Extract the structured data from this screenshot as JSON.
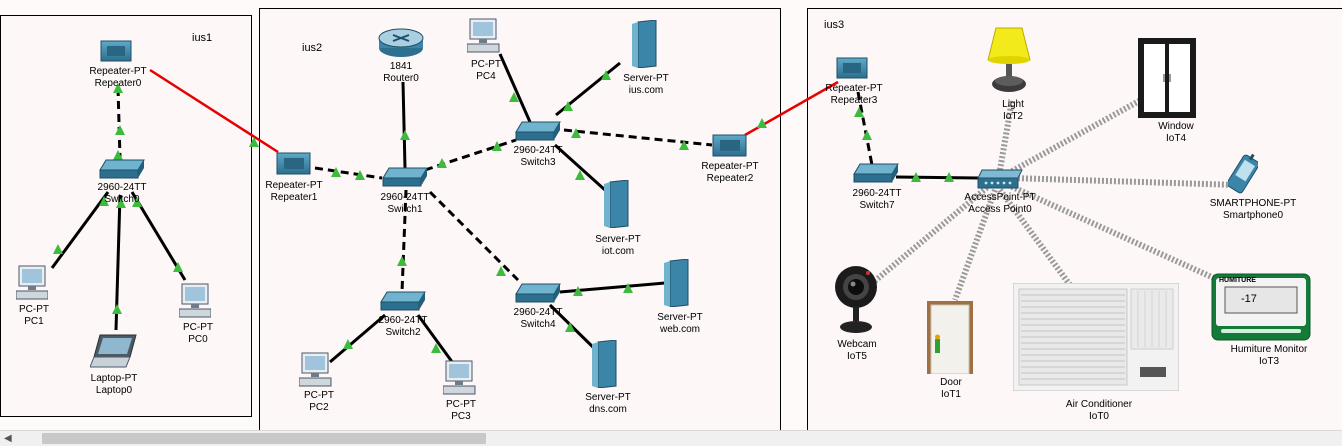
{
  "areas": [
    {
      "id": "a1",
      "label": "ius1"
    },
    {
      "id": "a2",
      "label": "ius2"
    },
    {
      "id": "a3",
      "label": "ius3"
    }
  ],
  "devices": {
    "repeater0": {
      "type": "Repeater-PT",
      "name": "Repeater0"
    },
    "switch0": {
      "type": "2960-24TT",
      "name": "Switch0"
    },
    "pc1": {
      "type": "PC-PT",
      "name": "PC1"
    },
    "laptop0": {
      "type": "Laptop-PT",
      "name": "Laptop0"
    },
    "pc0": {
      "type": "PC-PT",
      "name": "PC0"
    },
    "router0": {
      "type": "1841",
      "name": "Router0"
    },
    "pc4": {
      "type": "PC-PT",
      "name": "PC4"
    },
    "server_ius": {
      "type": "Server-PT",
      "name": "ius.com"
    },
    "switch3": {
      "type": "2960-24TT",
      "name": "Switch3"
    },
    "repeater1": {
      "type": "Repeater-PT",
      "name": "Repeater1"
    },
    "switch1": {
      "type": "2960-24TT",
      "name": "Switch1"
    },
    "server_iot": {
      "type": "Server-PT",
      "name": "iot.com"
    },
    "repeater2": {
      "type": "Repeater-PT",
      "name": "Repeater2"
    },
    "switch2": {
      "type": "2960-24TT",
      "name": "Switch2"
    },
    "switch4": {
      "type": "2960-24TT",
      "name": "Switch4"
    },
    "server_web": {
      "type": "Server-PT",
      "name": "web.com"
    },
    "pc2": {
      "type": "PC-PT",
      "name": "PC2"
    },
    "pc3": {
      "type": "PC-PT",
      "name": "PC3"
    },
    "server_dns": {
      "type": "Server-PT",
      "name": "dns.com"
    },
    "repeater3": {
      "type": "Repeater-PT",
      "name": "Repeater3"
    },
    "switch7": {
      "type": "2960-24TT",
      "name": "Switch7"
    },
    "ap0": {
      "type": "AccessPoint-PT",
      "name": "Access Point0"
    },
    "light": {
      "type": "Light",
      "name": "IoT2"
    },
    "window": {
      "type": "Window",
      "name": "IoT4"
    },
    "smartphone": {
      "type": "SMARTPHONE-PT",
      "name": "Smartphone0"
    },
    "webcam": {
      "type": "Webcam",
      "name": "IoT5"
    },
    "door": {
      "type": "Door",
      "name": "IoT1"
    },
    "aircon": {
      "type": "Air Conditioner",
      "name": "IoT0"
    },
    "humiture": {
      "type": "Humiture Monitor",
      "name": "IoT3",
      "display_title": "HUMITURE",
      "display_value": "-17"
    }
  },
  "colors": {
    "link": "#000000",
    "repeater_link": "#e60000",
    "port_up": "#3dbb3d",
    "device_blue": "#3b86a8",
    "wireless": "#9a9a9a"
  }
}
